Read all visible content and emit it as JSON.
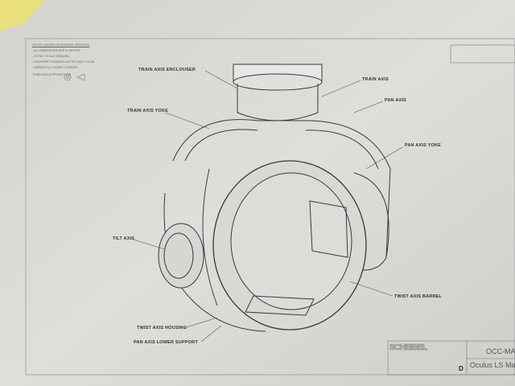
{
  "labels": {
    "train_axis_enclouser": "TRAIN AXIS ENCLOUSER",
    "train_axis": "TRAIN AXIS",
    "pan_axis": "PAN AXIS",
    "train_axis_yoke": "TRAIN AXIS YOKE",
    "pan_axis_yoke": "PAN AXIS YOKE",
    "tilt_axis": "TILT AXIS",
    "twist_axis_barrel": "TWIST AXIS BARREL",
    "twist_axis_housing": "TWIST AXIS HOUSING",
    "pan_axis_lower_support": "PAN AXIS LOWER SUPPORT"
  },
  "notes": [
    "NOTES: UNLESS OTHERWISE SPECIFIED",
    "- ALL DIMENSIONS ARE IN INCHES",
    "- DO NOT SCALE DRAWING",
    "- INTERPRET DRAWING AS PER ANSI Y14.5M",
    "- DEBURR ALL SHARP CORNERS",
    "THIRD ANGLE PROJECTION"
  ],
  "title_block": {
    "logo": "SCHEIBEL",
    "drawing_number": "OCC-MA",
    "size": "D",
    "title": "Oculus LS Main Ass"
  },
  "colors": {
    "paper": "#dcdcd8",
    "tape": "#e8e07a",
    "line": "#3a3a3a"
  }
}
